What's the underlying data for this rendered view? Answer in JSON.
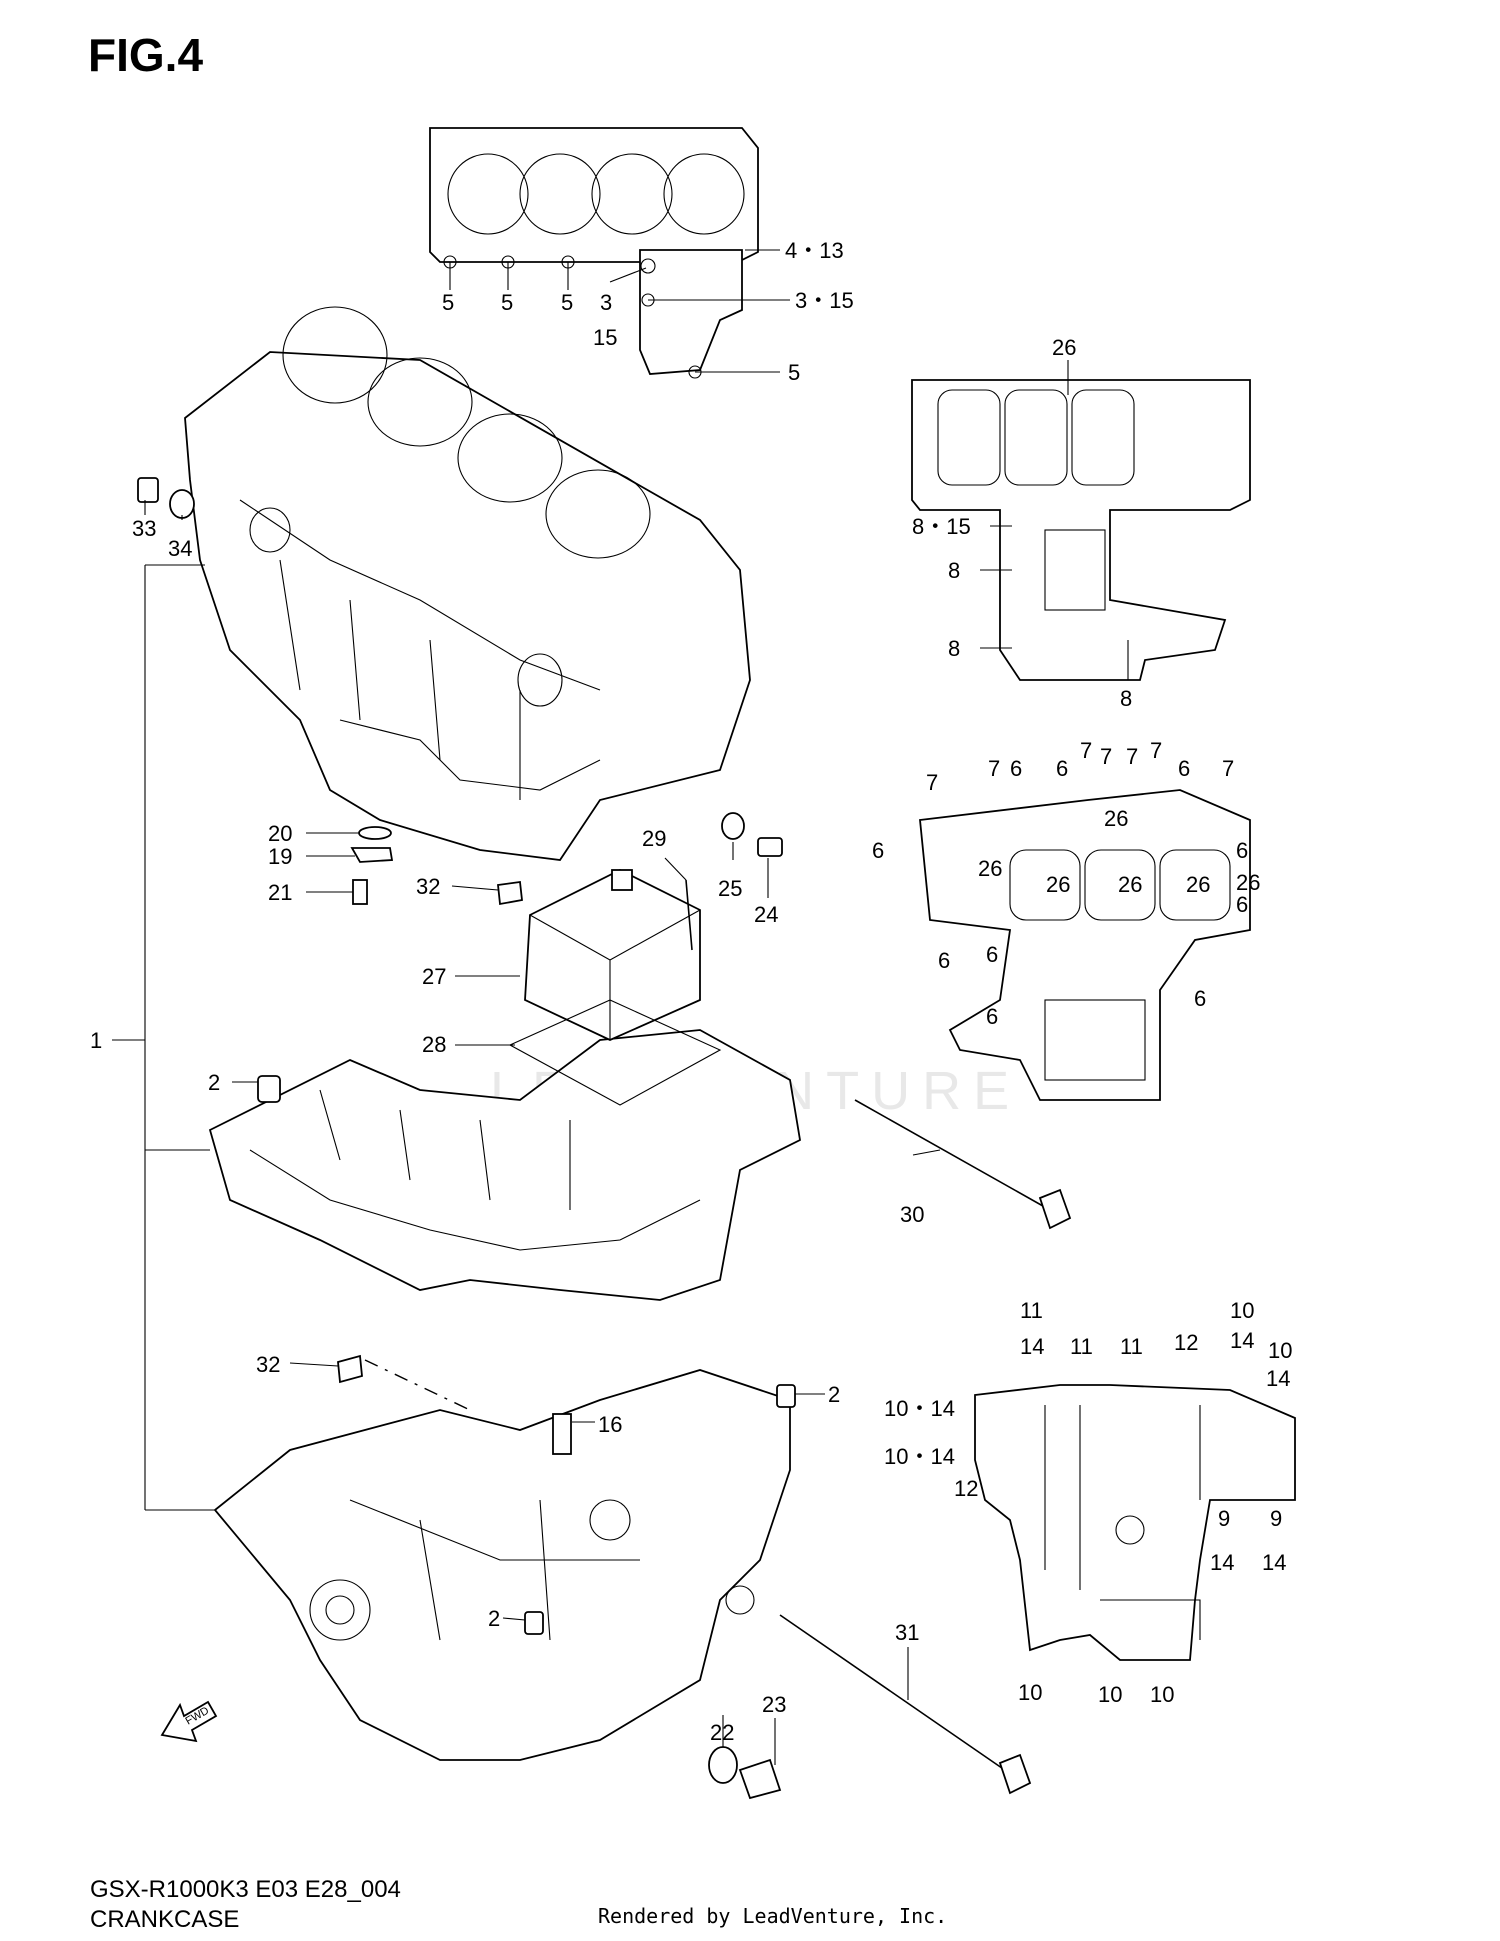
{
  "figure": {
    "title": "FIG.4",
    "code": "GSX-R1000K3 E03 E28_004",
    "name": "CRANKCASE",
    "rendered_by": "Rendered by LeadVenture, Inc.",
    "watermark": "LEADVENTURE"
  },
  "fwd_label": "FWD",
  "callouts": [
    {
      "id": "c4-13",
      "text": "4・13"
    },
    {
      "id": "c5a",
      "text": "5"
    },
    {
      "id": "c5b",
      "text": "5"
    },
    {
      "id": "c5c",
      "text": "5"
    },
    {
      "id": "c3",
      "text": "3"
    },
    {
      "id": "c15",
      "text": "15"
    },
    {
      "id": "c3-15",
      "text": "3・15"
    },
    {
      "id": "c5d",
      "text": "5"
    },
    {
      "id": "c26top",
      "text": "26"
    },
    {
      "id": "c8-15",
      "text": "8・15"
    },
    {
      "id": "c8a",
      "text": "8"
    },
    {
      "id": "c8b",
      "text": "8"
    },
    {
      "id": "c8c",
      "text": "8"
    },
    {
      "id": "c33",
      "text": "33"
    },
    {
      "id": "c34",
      "text": "34"
    },
    {
      "id": "c20",
      "text": "20"
    },
    {
      "id": "c19",
      "text": "19"
    },
    {
      "id": "c21",
      "text": "21"
    },
    {
      "id": "c32a",
      "text": "32"
    },
    {
      "id": "c29",
      "text": "29"
    },
    {
      "id": "c25",
      "text": "25"
    },
    {
      "id": "c24",
      "text": "24"
    },
    {
      "id": "c27",
      "text": "27"
    },
    {
      "id": "c28",
      "text": "28"
    },
    {
      "id": "c1",
      "text": "1"
    },
    {
      "id": "c2a",
      "text": "2"
    },
    {
      "id": "c30",
      "text": "30"
    },
    {
      "id": "c32b",
      "text": "32"
    },
    {
      "id": "c2b",
      "text": "2"
    },
    {
      "id": "c16",
      "text": "16"
    },
    {
      "id": "c2c",
      "text": "2"
    },
    {
      "id": "c31",
      "text": "31"
    },
    {
      "id": "c22",
      "text": "22"
    },
    {
      "id": "c23",
      "text": "23"
    },
    {
      "id": "c7a",
      "text": "7"
    },
    {
      "id": "c7b",
      "text": "7"
    },
    {
      "id": "c6a",
      "text": "6"
    },
    {
      "id": "c6b",
      "text": "6"
    },
    {
      "id": "c7c",
      "text": "7"
    },
    {
      "id": "c7d",
      "text": "7"
    },
    {
      "id": "c7e",
      "text": "7"
    },
    {
      "id": "c7f",
      "text": "7"
    },
    {
      "id": "c6c",
      "text": "6"
    },
    {
      "id": "c7g",
      "text": "7"
    },
    {
      "id": "c26a",
      "text": "26"
    },
    {
      "id": "c6d",
      "text": "6"
    },
    {
      "id": "c6e",
      "text": "6"
    },
    {
      "id": "c26b",
      "text": "26"
    },
    {
      "id": "c26c",
      "text": "26"
    },
    {
      "id": "c26d",
      "text": "26"
    },
    {
      "id": "c26e",
      "text": "26"
    },
    {
      "id": "c26f",
      "text": "26"
    },
    {
      "id": "c6f",
      "text": "6"
    },
    {
      "id": "c6g",
      "text": "6"
    },
    {
      "id": "c6h",
      "text": "6"
    },
    {
      "id": "c6i",
      "text": "6"
    },
    {
      "id": "c6j",
      "text": "6"
    },
    {
      "id": "c11a",
      "text": "11"
    },
    {
      "id": "c14a",
      "text": "14"
    },
    {
      "id": "c11b",
      "text": "11"
    },
    {
      "id": "c11c",
      "text": "11"
    },
    {
      "id": "c12a",
      "text": "12"
    },
    {
      "id": "c10a",
      "text": "10"
    },
    {
      "id": "c14b",
      "text": "14"
    },
    {
      "id": "c10b",
      "text": "10"
    },
    {
      "id": "c14c",
      "text": "14"
    },
    {
      "id": "c10-14a",
      "text": "10・14"
    },
    {
      "id": "c10-14b",
      "text": "10・14"
    },
    {
      "id": "c12b",
      "text": "12"
    },
    {
      "id": "c9a",
      "text": "9"
    },
    {
      "id": "c14d",
      "text": "14"
    },
    {
      "id": "c9b",
      "text": "9"
    },
    {
      "id": "c14e",
      "text": "14"
    },
    {
      "id": "c10c",
      "text": "10"
    },
    {
      "id": "c10d",
      "text": "10"
    },
    {
      "id": "c10e",
      "text": "10"
    }
  ]
}
